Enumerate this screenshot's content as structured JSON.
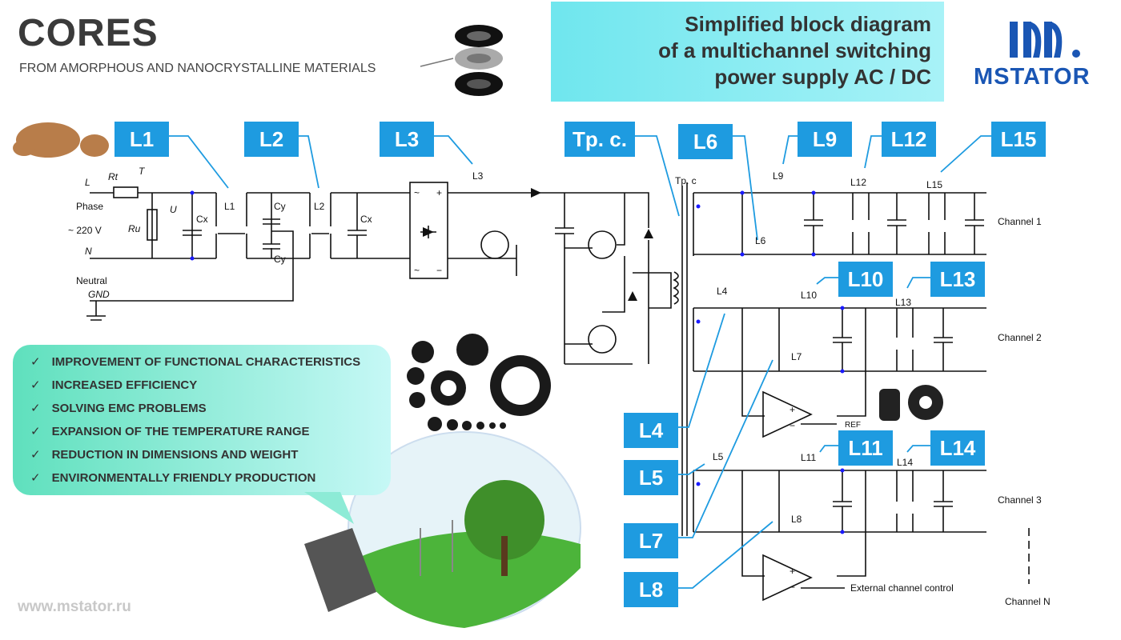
{
  "header": {
    "title": "CORES",
    "subtitle": "FROM AMORPHOUS AND NANOCRYSTALLINE MATERIALS",
    "diagram_title": [
      "Simplified block diagram",
      "of a multichannel switching",
      "power supply AC / DC"
    ],
    "logo_text": "MSTATOR",
    "website": "www.mstator.ru"
  },
  "colors": {
    "tag": "#1e9be0",
    "title_box": "#6fe6ee",
    "bubble": "#5fe0bd",
    "logo": "#1a56b4"
  },
  "benefits": [
    "IMPROVEMENT OF FUNCTIONAL CHARACTERISTICS",
    "INCREASED EFFICIENCY",
    "SOLVING EMC PROBLEMS",
    "EXPANSION OF THE TEMPERATURE RANGE",
    "REDUCTION IN DIMENSIONS AND WEIGHT",
    "ENVIRONMENTALLY FRIENDLY PRODUCTION"
  ],
  "tags": {
    "L1": "L1",
    "L2": "L2",
    "L3": "L3",
    "TP": "Tp. c.",
    "L4": "L4",
    "L5": "L5",
    "L6": "L6",
    "L7": "L7",
    "L8": "L8",
    "L9": "L9",
    "L10": "L10",
    "L11": "L11",
    "L12": "L12",
    "L13": "L13",
    "L14": "L14",
    "L15": "L15"
  },
  "schematic": {
    "L": "L",
    "phase": "Phase",
    "voltage": "~ 220 V",
    "N": "N",
    "neutral": "Neutral",
    "gnd": "GND",
    "rt": "Rt",
    "t": "T",
    "ru": "Ru",
    "u": "U",
    "cx": "Cx",
    "cy": "Cy",
    "l1": "L1",
    "l2": "L2",
    "l3": "L3",
    "tpc": "Tp. c",
    "l4": "L4",
    "l5": "L5",
    "l6": "L6",
    "l7": "L7",
    "l8": "L8",
    "l9": "L9",
    "l10": "L10",
    "l11": "L11",
    "l12": "L12",
    "l13": "L13",
    "l14": "L14",
    "l15": "L15",
    "ch1": "Channel 1",
    "ch2": "Channel 2",
    "ch3": "Channel 3",
    "chn": "Channel N",
    "ref": "REF",
    "ext": "External channel control",
    "plus": "+",
    "minus": "−",
    "ac": "~"
  }
}
